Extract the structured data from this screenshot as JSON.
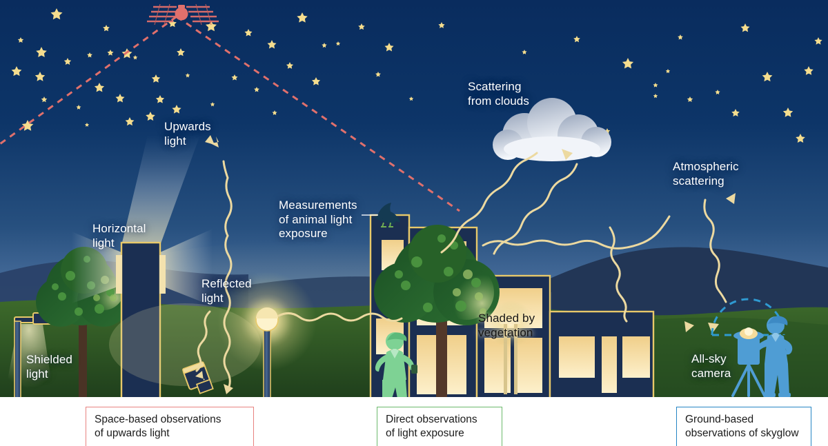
{
  "figure": {
    "title": "Observation methods for artificial light at night",
    "colors": {
      "sky_top": "#0b3163",
      "sky_horizon": "#4a6ea4",
      "ground_green": "#3e6b2c",
      "hill_dark": "#223656",
      "light_yellow": "#f6dc9b",
      "window_cream": "#f7e3ac",
      "satellite_red": "#e0706c",
      "person_green": "#7ed294",
      "person_blue": "#4f9dd4",
      "cloud_light": "#eef1f6",
      "star_yellow": "#f5dd8e"
    }
  },
  "labels": {
    "upwards_light": "Upwards\nlight",
    "horizontal_light": "Horizontal\nlight",
    "shielded_light": "Shielded\nlight",
    "reflected_light": "Reflected\nlight",
    "animal_exposure": "Measurements\nof animal light\nexposure",
    "scattering_clouds": "Scattering\nfrom clouds",
    "atmospheric_scattering": "Atmospheric\nscattering",
    "all_sky_camera": "All-sky\ncamera",
    "shaded_vegetation": "Shaded by\nvegetation"
  },
  "legend": {
    "items": [
      {
        "id": "space",
        "text": "Space-based observations\nof upwards light",
        "color": "#e8827f"
      },
      {
        "id": "direct",
        "text": "Direct observations\nof light exposure",
        "color": "#6cb96c"
      },
      {
        "id": "ground",
        "text": "Ground-based\nobservations of skyglow",
        "color": "#2585c4"
      }
    ]
  },
  "elements": {
    "satellite": "satellite",
    "cloud": "cloud",
    "bird": "bird-on-building",
    "street_lamp_globe": "unshielded-globe-lamp",
    "street_lamp_shielded": "shielded-street-lamp",
    "ground_sensor": "ground-light-sensor",
    "all_sky_camera": "all-sky-camera-tripod",
    "observer_green": "person-with-light-logger",
    "observer_blue": "person-at-camera"
  }
}
